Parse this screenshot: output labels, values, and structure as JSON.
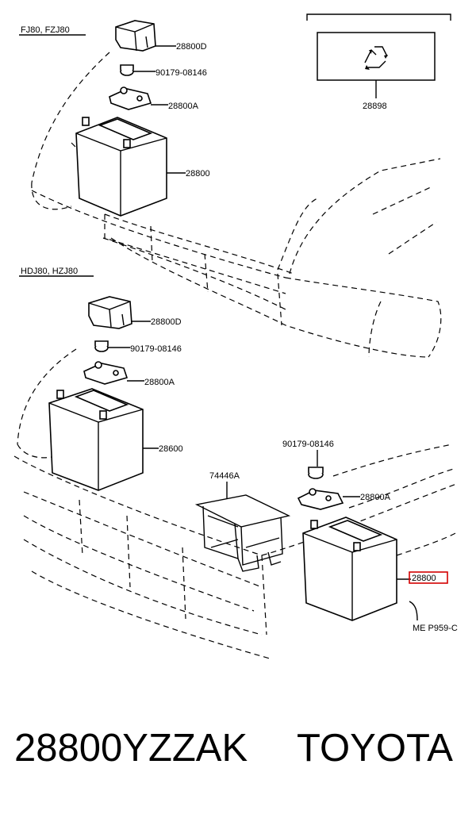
{
  "diagram": {
    "sections": {
      "top": "FJ80, FZJ80",
      "bottom": "HDJ80, HZJ80"
    },
    "labels": {
      "top_cover": "28800D",
      "top_nut": "90179-08146",
      "top_clamp": "28800A",
      "top_battery": "28800",
      "recycle": "28898",
      "bot_cover": "28800D",
      "bot_nut": "90179-08146",
      "bot_clamp": "28800A",
      "bot_battery_left": "28600",
      "carrier": "74446A",
      "right_nut": "90179-08146",
      "right_clamp": "28800A",
      "right_battery": "28800",
      "ref_code": "ME P959-C"
    },
    "highlight_color": "#d40000"
  },
  "footer": {
    "part_number": "28800YZZAK",
    "brand": "TOYOTA"
  }
}
